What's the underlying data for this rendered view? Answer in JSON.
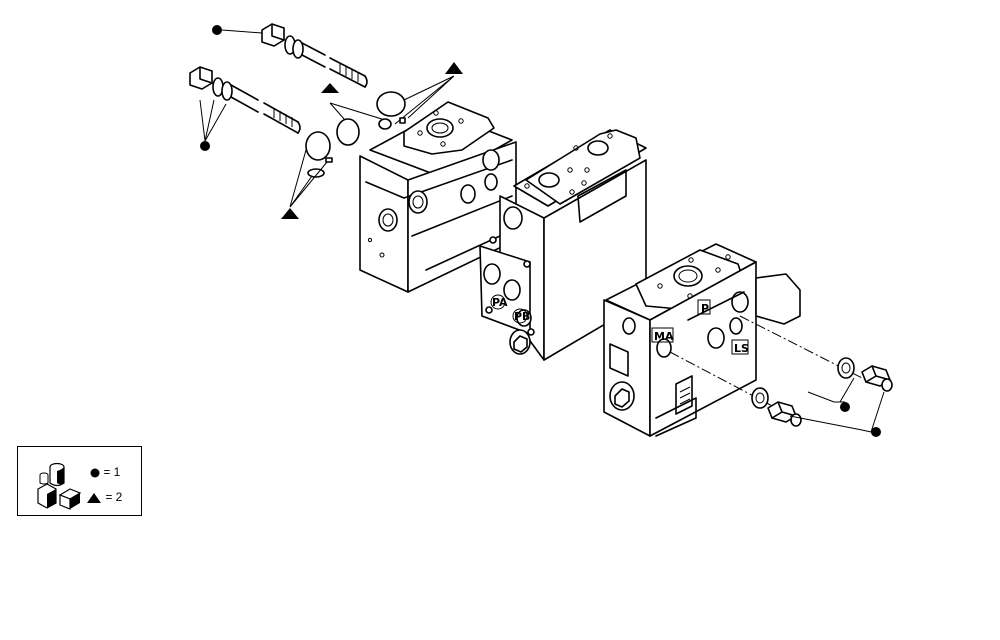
{
  "diagram": {
    "port_labels": {
      "pa": "PA",
      "pb": "PB",
      "ma": "MA",
      "p": "P",
      "ls": "LS"
    }
  },
  "legend": {
    "circle_value": "= 1",
    "triangle_value": "= 2",
    "circle_symbol": "filled-circle",
    "triangle_symbol": "filled-triangle",
    "icon": "kit-parts-icon"
  }
}
